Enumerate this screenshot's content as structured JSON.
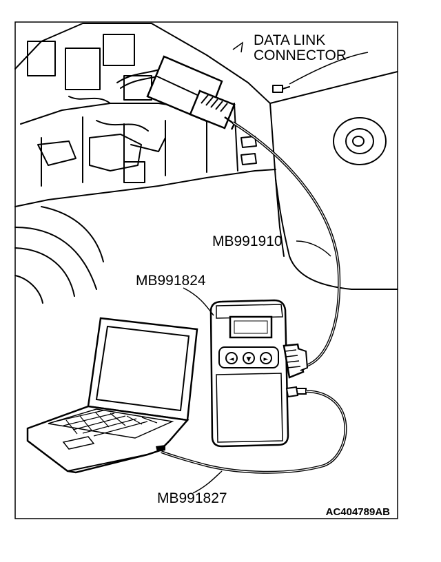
{
  "labels": {
    "dlc_line1": "DATA LINK",
    "dlc_line2": "CONNECTOR",
    "cable_main": "MB991910",
    "tester": "MB991824",
    "cable_usb": "MB991827",
    "figure_id": "AC404789AB"
  },
  "tester_buttons": {
    "left": "◄",
    "middle": "▼",
    "right": "►"
  },
  "colors": {
    "ink": "#000000",
    "paper": "#ffffff"
  }
}
